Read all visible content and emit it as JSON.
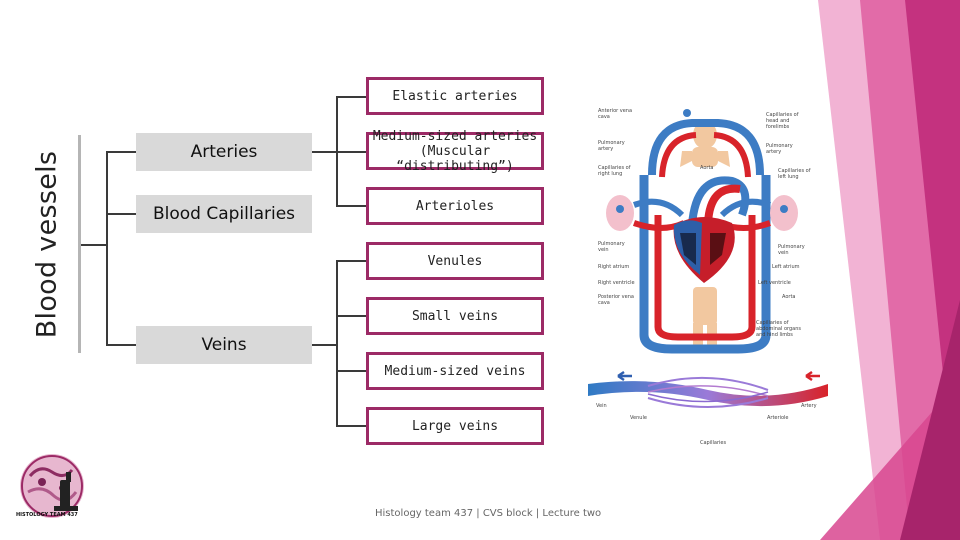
{
  "slide": {
    "title": "Blood vessels",
    "level1": [
      {
        "label": "Arteries"
      },
      {
        "label": "Blood Capillaries"
      },
      {
        "label": "Veins"
      }
    ],
    "level2": [
      {
        "label": "Elastic arteries"
      },
      {
        "label": "Medium-sized arteries (Muscular “distributing”)"
      },
      {
        "label": "Arterioles"
      },
      {
        "label": "Venules"
      },
      {
        "label": "Small veins"
      },
      {
        "label": "Medium-sized veins"
      },
      {
        "label": "Large veins"
      }
    ],
    "footer": "Histology team 437 | CVS block | Lecture two"
  },
  "circulation_figure": {
    "labels": {
      "anterior_vena_cava": "Anterior vena cava",
      "pulmonary_artery_left": "Pulmonary artery",
      "capillaries_right_lung": "Capillaries of right lung",
      "aorta_top": "Aorta",
      "capillaries_head": "Capillaries of head and forelimbs",
      "pulmonary_artery_right": "Pulmonary artery",
      "capillaries_left_lung": "Capillaries of left lung",
      "pulmonary_vein_left": "Pulmonary vein",
      "right_atrium": "Right atrium",
      "right_ventricle": "Right ventricle",
      "posterior_vena_cava": "Posterior vena cava",
      "pulmonary_vein_right": "Pulmonary vein",
      "left_atrium": "Left atrium",
      "left_ventricle": "Left ventricle",
      "aorta_bottom": "Aorta",
      "capillaries_abdominal": "Capillaries of abdominal organs and hind limbs"
    }
  },
  "capillary_figure": {
    "labels": {
      "vein": "Vein",
      "venule": "Venule",
      "capillaries": "Capillaries",
      "arteriole": "Arteriole",
      "artery": "Artery"
    }
  },
  "logo": {
    "text": "HISTOLOGY TEAM 437"
  },
  "colors": {
    "accent": "#9c2a66",
    "box_gray": "#d9d9d9",
    "deco_pink": "#e0529b"
  }
}
